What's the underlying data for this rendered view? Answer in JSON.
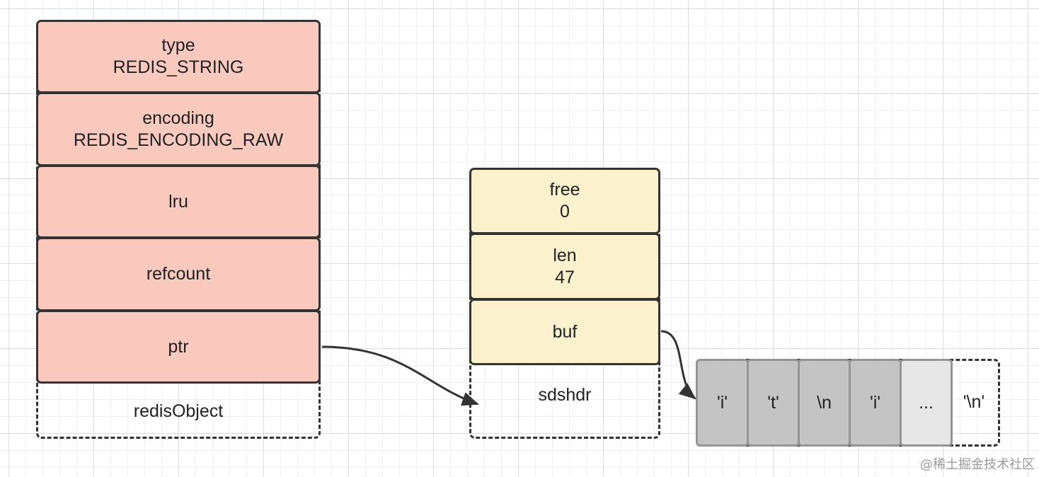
{
  "redis_object": {
    "fields": [
      {
        "line1": "type",
        "line2": "REDIS_STRING"
      },
      {
        "line1": "encoding",
        "line2": "REDIS_ENCODING_RAW"
      },
      {
        "line1": "lru"
      },
      {
        "line1": "refcount"
      },
      {
        "line1": "ptr"
      }
    ],
    "container_label": "redisObject"
  },
  "sdshdr": {
    "fields": [
      {
        "line1": "free",
        "line2": "0"
      },
      {
        "line1": "len",
        "line2": "47"
      },
      {
        "line1": "buf"
      }
    ],
    "container_label": "sdshdr"
  },
  "buffer": {
    "cells": [
      "'i'",
      "'t'",
      "\\n",
      "'i'",
      "..."
    ],
    "terminator": "'\\n'"
  },
  "watermark": "@稀土掘金技术社区",
  "colors": {
    "redis_field": "#f8c9bc",
    "sds_field": "#fbf1cc",
    "buffer_cell": "#c4c4c4",
    "buffer_ellipsis_cell": "#e7e7e7",
    "stroke": "#333333"
  }
}
